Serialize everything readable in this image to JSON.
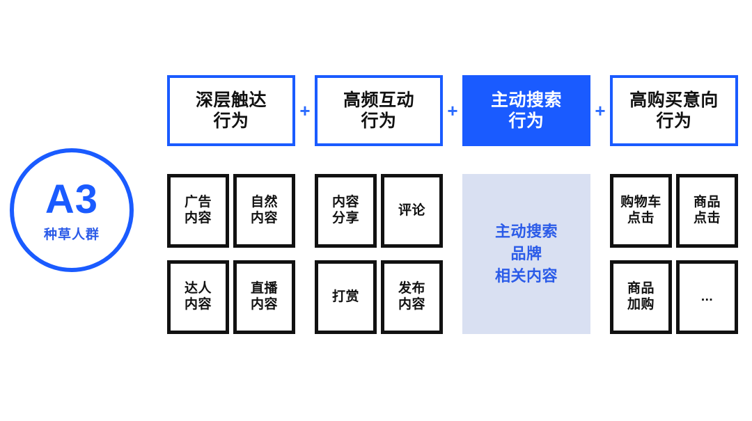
{
  "colors": {
    "brand_blue": "#1A5BFF",
    "panel_blue": "#D9E0F2",
    "text_blue": "#2B5BE8",
    "tile_border": "#111111",
    "background": "#FFFFFF"
  },
  "badge": {
    "code": "A3",
    "label": "种草人群"
  },
  "operator": "+",
  "headers": [
    {
      "line1": "深层触达",
      "line2": "行为",
      "active": false
    },
    {
      "line1": "高频互动",
      "line2": "行为",
      "active": false
    },
    {
      "line1": "主动搜索",
      "line2": "行为",
      "active": true
    },
    {
      "line1": "高购买意向",
      "line2": "行为",
      "active": false
    }
  ],
  "columns": [
    {
      "kind": "tiles",
      "tiles": [
        {
          "line1": "广告",
          "line2": "内容"
        },
        {
          "line1": "自然",
          "line2": "内容"
        },
        {
          "line1": "达人",
          "line2": "内容"
        },
        {
          "line1": "直播",
          "line2": "内容"
        }
      ]
    },
    {
      "kind": "tiles",
      "tiles": [
        {
          "line1": "内容",
          "line2": "分享"
        },
        {
          "line1": "评论",
          "line2": ""
        },
        {
          "line1": "打赏",
          "line2": ""
        },
        {
          "line1": "发布",
          "line2": "内容"
        }
      ]
    },
    {
      "kind": "panel",
      "panel": {
        "line1": "主动搜索",
        "line2": "品牌",
        "line3": "相关内容"
      }
    },
    {
      "kind": "tiles",
      "tiles": [
        {
          "line1": "购物车",
          "line2": "点击"
        },
        {
          "line1": "商品",
          "line2": "点击"
        },
        {
          "line1": "商品",
          "line2": "加购"
        },
        {
          "line1": "...",
          "line2": ""
        }
      ]
    }
  ]
}
